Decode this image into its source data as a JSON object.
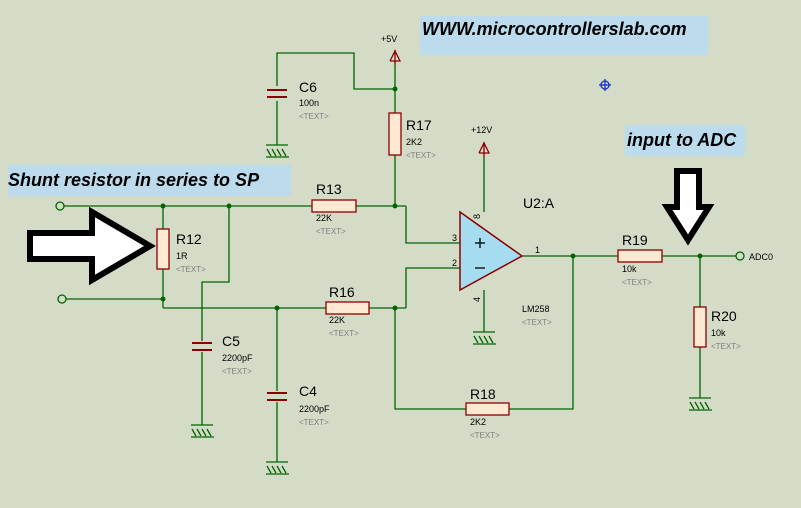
{
  "annotations": {
    "website": "WWW.microcontrollerslab.com",
    "adc_note": "input to ADC",
    "shunt_note": "Shunt resistor in series to SP"
  },
  "colors": {
    "background": "#d4dcc8",
    "wire": "#006400",
    "component": "#8b0000",
    "resistor_fill": "#ffe9d2",
    "opamp_fill": "#a5dcf0",
    "banner": "#bcdcee"
  },
  "power": {
    "v5": "+5V",
    "v12": "+12V"
  },
  "components": {
    "c6": {
      "ref": "C6",
      "value": "100n",
      "text": "<TEXT>"
    },
    "r17": {
      "ref": "R17",
      "value": "2K2",
      "text": "<TEXT>"
    },
    "r13": {
      "ref": "R13",
      "value": "22K",
      "text": "<TEXT>"
    },
    "r12": {
      "ref": "R12",
      "value": "1R",
      "text": "<TEXT>"
    },
    "r16": {
      "ref": "R16",
      "value": "22K",
      "text": "<TEXT>"
    },
    "c5": {
      "ref": "C5",
      "value": "2200pF",
      "text": "<TEXT>"
    },
    "c4": {
      "ref": "C4",
      "value": "2200pF",
      "text": "<TEXT>"
    },
    "r18": {
      "ref": "R18",
      "value": "2K2",
      "text": "<TEXT>"
    },
    "u2": {
      "ref": "U2:A",
      "value": "LM258",
      "text": "<TEXT>"
    },
    "r19": {
      "ref": "R19",
      "value": "10k",
      "text": "<TEXT>"
    },
    "r20": {
      "ref": "R20",
      "value": "10k",
      "text": "<TEXT>"
    }
  },
  "pins": {
    "p3": "3",
    "p2": "2",
    "p1": "1",
    "p8": "8",
    "p4": "4"
  },
  "terminal": {
    "adc": "ADC0"
  }
}
